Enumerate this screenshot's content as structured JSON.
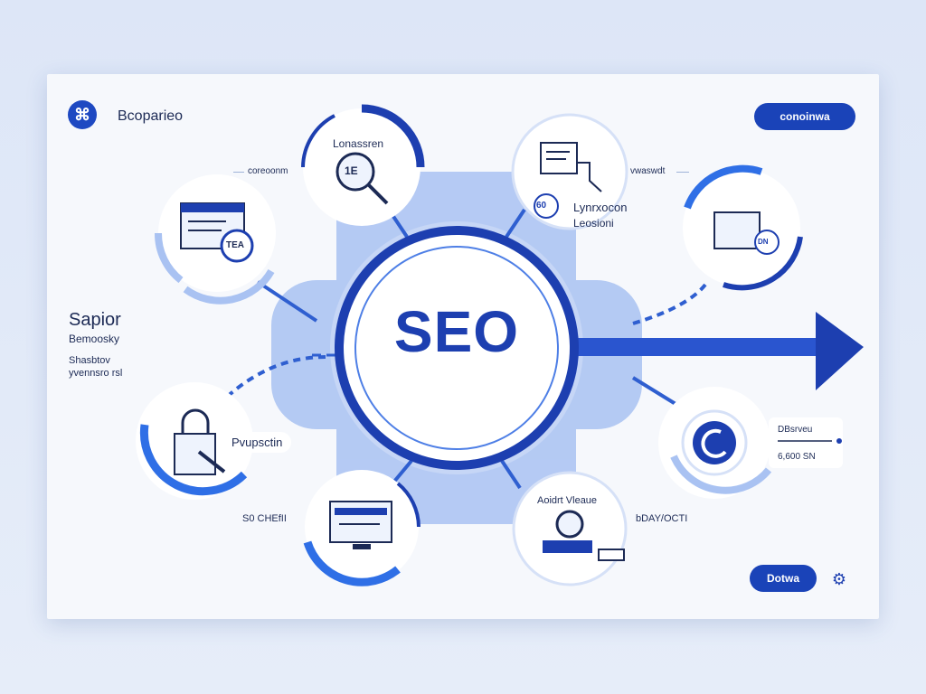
{
  "header": {
    "brand": "Bcoparieo",
    "logo_glyph": "⌘",
    "top_button": "conoinwa"
  },
  "sidebar": {
    "title": "Sapior",
    "subtitle": "Bemoosky",
    "line1": "Shasbtov",
    "line2": "yvennsro rsl"
  },
  "center": {
    "label": "SEO"
  },
  "nodes": {
    "top_left_label": "coreoonm",
    "search_label": "Lonassren",
    "search_badge": "1E",
    "right_top_label": "vwaswdt",
    "right_mid_label1": "Lynrxocon",
    "right_mid_label2": "Leosioni",
    "small_badge": "60",
    "left_card_badge": "TEA",
    "right_card_badge": "DN",
    "lock_label": "Pvupsctin",
    "bottom_left_label": "S0 CHEfII",
    "bottom_mid_label": "Aoidrt Vleaue",
    "bottom_right_label": "bDAY/OCTI",
    "right_label1": "DBsrveu",
    "right_label2": "6,600 SN"
  },
  "footer": {
    "button": "Dotwa"
  },
  "colors": {
    "primary": "#1d3fb0",
    "accent": "#2f6fe6",
    "light": "#a9c2f2",
    "panel": "#f6f8fc"
  }
}
